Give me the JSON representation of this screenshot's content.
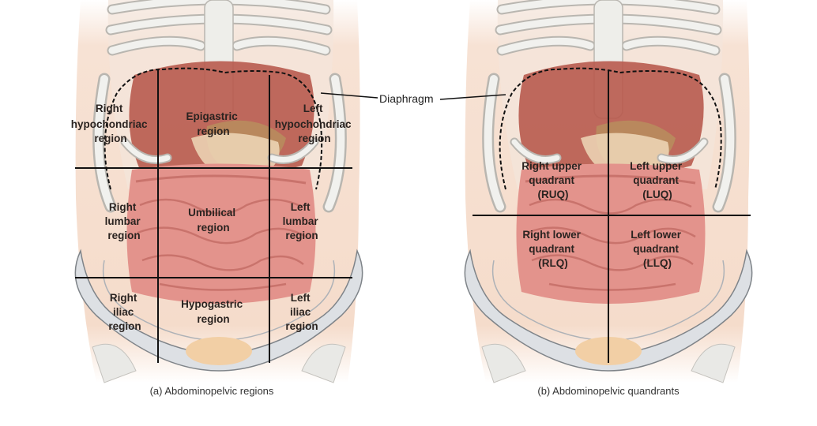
{
  "figure_a": {
    "caption": "(a) Abdominopelvic regions",
    "regions": {
      "right_hypochondriac": [
        "Right",
        "hypochondriac",
        "region"
      ],
      "epigastric": [
        "Epigastric",
        "region"
      ],
      "left_hypochondriac": [
        "Left",
        "hypochondriac",
        "region"
      ],
      "right_lumbar": [
        "Right",
        "lumbar",
        "region"
      ],
      "umbilical": [
        "Umbilical",
        "region"
      ],
      "left_lumbar": [
        "Left",
        "lumbar",
        "region"
      ],
      "right_iliac": [
        "Right",
        "iliac",
        "region"
      ],
      "hypogastric": [
        "Hypogastric",
        "region"
      ],
      "left_iliac": [
        "Left",
        "iliac",
        "region"
      ]
    }
  },
  "figure_b": {
    "caption": "(b) Abdominopelvic quandrants",
    "quadrants": {
      "ruq": [
        "Right upper",
        "quadrant",
        "(RUQ)"
      ],
      "luq": [
        "Left upper",
        "quadrant",
        "(LUQ)"
      ],
      "rlq": [
        "Right lower",
        "quadrant",
        "(RLQ)"
      ],
      "llq": [
        "Left lower",
        "quadrant",
        "(LLQ)"
      ]
    }
  },
  "diaphragm_label": "Diaphragm",
  "colors": {
    "skin": "#f6dccb",
    "bone": "#eeeeea",
    "bone_outline": "#b9b6b0",
    "liver": "#b85a4e",
    "intestine": "#e3938c",
    "pelvis": "#dde0e4",
    "line": "#111111"
  }
}
